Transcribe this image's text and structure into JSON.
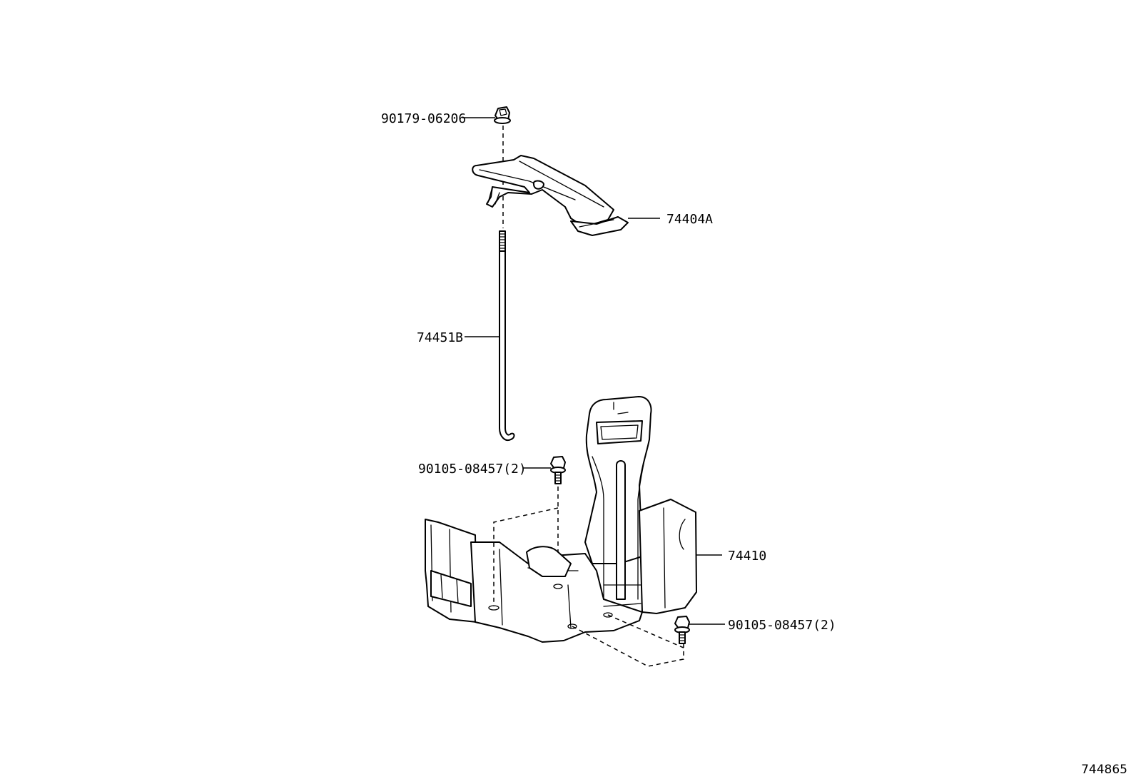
{
  "diagram": {
    "reference_number": "744865",
    "callouts": [
      {
        "id": "nut-top",
        "part_number": "90179-06206"
      },
      {
        "id": "clamp",
        "part_number": "74404A"
      },
      {
        "id": "rod",
        "part_number": "74451B"
      },
      {
        "id": "bolt-upper",
        "part_number": "90105-08457(2)"
      },
      {
        "id": "tray",
        "part_number": "74410"
      },
      {
        "id": "bolt-lower",
        "part_number": "90105-08457(2)"
      }
    ]
  }
}
